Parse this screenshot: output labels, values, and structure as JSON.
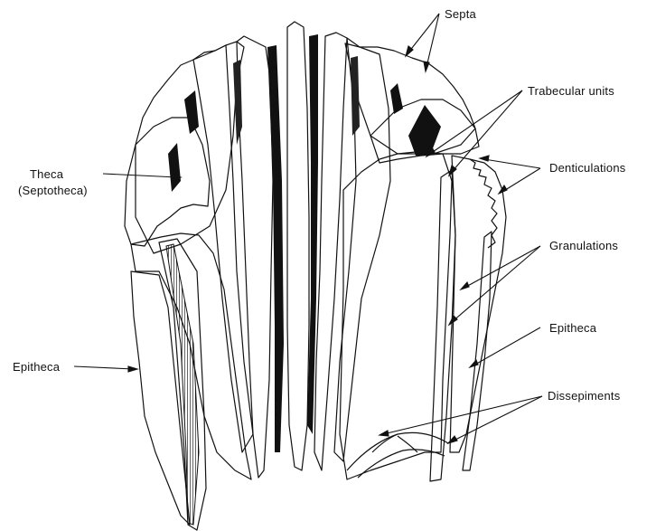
{
  "labels": {
    "septa": "Septa",
    "trabecular_units": "Trabecular units",
    "denticulations": "Denticulations",
    "theca": "Theca",
    "septotheca": "(Septotheca)",
    "granulations": "Granulations",
    "epitheca_right": "Epitheca",
    "epitheca_left": "Epitheca",
    "dissepiments": "Dissepiments"
  },
  "colors": {
    "ink": "#111111",
    "paper": "#ffffff"
  }
}
